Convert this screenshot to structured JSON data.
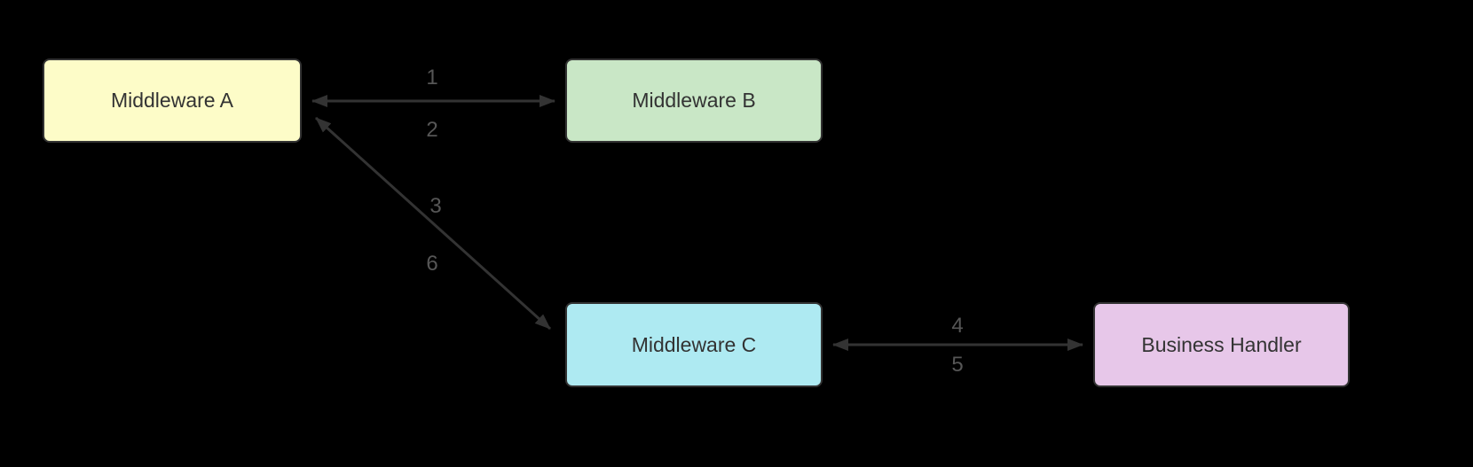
{
  "diagram": {
    "background_color": "#000000",
    "nodes": [
      {
        "id": "middleware-a",
        "label": "Middleware A",
        "fill": "#fdfcc8",
        "border": "#333333"
      },
      {
        "id": "middleware-b",
        "label": "Middleware B",
        "fill": "#c9e7c6",
        "border": "#333333"
      },
      {
        "id": "middleware-c",
        "label": "Middleware C",
        "fill": "#aeeaf2",
        "border": "#333333"
      },
      {
        "id": "business-handler",
        "label": "Business Handler",
        "fill": "#e7c7e9",
        "border": "#333333"
      }
    ],
    "edges": [
      {
        "from": "middleware-a",
        "to": "middleware-b",
        "direction": "bidirectional",
        "labels": [
          "1",
          "2"
        ]
      },
      {
        "from": "middleware-a",
        "to": "middleware-c",
        "direction": "bidirectional",
        "labels": [
          "3",
          "6"
        ]
      },
      {
        "from": "middleware-c",
        "to": "business-handler",
        "direction": "bidirectional",
        "labels": [
          "4",
          "5"
        ]
      }
    ],
    "edge_color": "#333333",
    "edge_label_color": "#565656",
    "node_text_color": "#333333"
  }
}
